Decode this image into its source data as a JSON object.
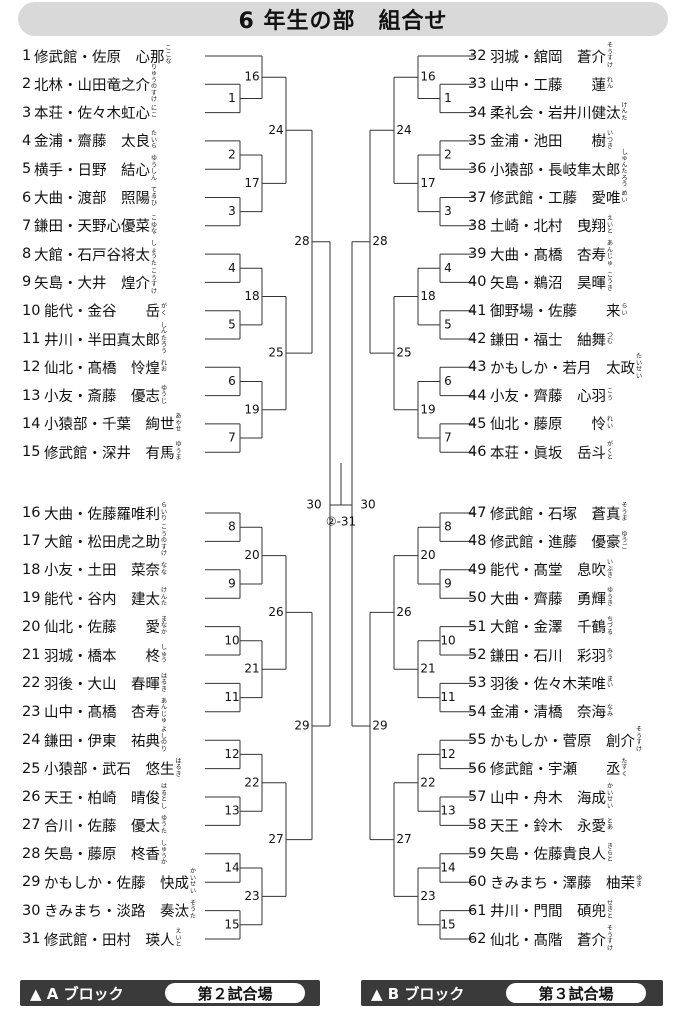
{
  "title": "6 年生の部　組合せ",
  "final": {
    "label": "②-31",
    "left_match": "30",
    "right_match": "30"
  },
  "block_a": {
    "label": "▲ A ブロック",
    "venue": "第２試合場",
    "entries": [
      {
        "seed": "1",
        "team": "修武館",
        "name": "佐原　心那",
        "kana": "ここな"
      },
      {
        "seed": "2",
        "team": "北林",
        "name": "山田竜之介",
        "kana": "りゅうのすけ"
      },
      {
        "seed": "3",
        "team": "本荘",
        "name": "佐々木虹心",
        "kana": "にこ"
      },
      {
        "seed": "4",
        "team": "金浦",
        "name": "齋藤　太良",
        "kana": "たいら"
      },
      {
        "seed": "5",
        "team": "横手",
        "name": "日野　結心",
        "kana": "ゆうしん"
      },
      {
        "seed": "6",
        "team": "大曲",
        "name": "渡部　照陽",
        "kana": "てるひ"
      },
      {
        "seed": "7",
        "team": "鎌田",
        "name": "天野心優菜",
        "kana": "こゆな"
      },
      {
        "seed": "8",
        "team": "大館",
        "name": "石戸谷将太",
        "kana": "しょうた"
      },
      {
        "seed": "9",
        "team": "矢島",
        "name": "大井　煌介",
        "kana": "こうすけ"
      },
      {
        "seed": "10",
        "team": "能代",
        "name": "金谷　　岳",
        "kana": "がく"
      },
      {
        "seed": "11",
        "team": "井川",
        "name": "半田真太郎",
        "kana": "しんたろう"
      },
      {
        "seed": "12",
        "team": "仙北",
        "name": "髙橋　怜煌",
        "kana": "れお"
      },
      {
        "seed": "13",
        "team": "小友",
        "name": "斎藤　優志",
        "kana": "ゆうじ"
      },
      {
        "seed": "14",
        "team": "小猿部",
        "name": "千葉　絢世",
        "kana": "あやせ"
      },
      {
        "seed": "15",
        "team": "修武館",
        "name": "深井　有馬",
        "kana": "ゆうま"
      },
      {
        "seed": "16",
        "team": "大曲",
        "name": "佐藤羅唯利",
        "kana": "らいり"
      },
      {
        "seed": "17",
        "team": "大館",
        "name": "松田虎之助",
        "kana": "こうのすけ"
      },
      {
        "seed": "18",
        "team": "小友",
        "name": "土田　菜奈",
        "kana": "なな"
      },
      {
        "seed": "19",
        "team": "能代",
        "name": "谷内　建太",
        "kana": "けんた"
      },
      {
        "seed": "20",
        "team": "仙北",
        "name": "佐藤　　愛",
        "kana": "まなか"
      },
      {
        "seed": "21",
        "team": "羽城",
        "name": "橋本　　柊",
        "kana": "しゅう"
      },
      {
        "seed": "22",
        "team": "羽後",
        "name": "大山　春暉",
        "kana": "はるき"
      },
      {
        "seed": "23",
        "team": "山中",
        "name": "髙橋　杏寿",
        "kana": "あんじゅ"
      },
      {
        "seed": "24",
        "team": "鎌田",
        "name": "伊東　祐典",
        "kana": "よしのり"
      },
      {
        "seed": "25",
        "team": "小猿部",
        "name": "武石　悠生",
        "kana": "はるき"
      },
      {
        "seed": "26",
        "team": "天王",
        "name": "柏崎　晴俊",
        "kana": "はるとし"
      },
      {
        "seed": "27",
        "team": "合川",
        "name": "佐藤　優太",
        "kana": "ゆうた"
      },
      {
        "seed": "28",
        "team": "矢島",
        "name": "藤原　柊香",
        "kana": "しゅうか"
      },
      {
        "seed": "29",
        "team": "かもしか",
        "name": "佐藤　快成",
        "kana": "かいせい"
      },
      {
        "seed": "30",
        "team": "きみまち",
        "name": "淡路　奏汰",
        "kana": "そうた"
      },
      {
        "seed": "31",
        "team": "修武館",
        "name": "田村　瑛人",
        "kana": "えいと"
      }
    ],
    "matches_r1": [
      "1",
      "2",
      "3",
      "4",
      "5",
      "6",
      "7",
      "8",
      "9",
      "10",
      "11",
      "12",
      "13",
      "14",
      "15"
    ],
    "matches_r2": [
      "16",
      "17",
      "18",
      "19",
      "20",
      "21",
      "22",
      "23"
    ],
    "matches_r3": [
      "24",
      "25",
      "26",
      "27"
    ],
    "matches_r4": [
      "28",
      "29"
    ]
  },
  "block_b": {
    "label": "▲ B ブロック",
    "venue": "第３試合場",
    "entries": [
      {
        "seed": "32",
        "team": "羽城",
        "name": "舘岡　蒼介",
        "kana": "そうすけ"
      },
      {
        "seed": "33",
        "team": "山中",
        "name": "工藤　　蓮",
        "kana": "れん"
      },
      {
        "seed": "34",
        "team": "柔礼会",
        "name": "岩井川健汰",
        "kana": "けんた"
      },
      {
        "seed": "35",
        "team": "金浦",
        "name": "池田　　樹",
        "kana": "いつき"
      },
      {
        "seed": "36",
        "team": "小猿部",
        "name": "長岐隼太郎",
        "kana": "しゅんたろう"
      },
      {
        "seed": "37",
        "team": "修武館",
        "name": "工藤　愛唯",
        "kana": "めい"
      },
      {
        "seed": "38",
        "team": "土崎",
        "name": "北村　曳翔",
        "kana": "えいと"
      },
      {
        "seed": "39",
        "team": "大曲",
        "name": "髙橋　杏寿",
        "kana": "あんじゅ"
      },
      {
        "seed": "40",
        "team": "矢島",
        "name": "鵜沼　昊暉",
        "kana": "こうき"
      },
      {
        "seed": "41",
        "team": "御野場",
        "name": "佐藤　　来",
        "kana": "らい"
      },
      {
        "seed": "42",
        "team": "鎌田",
        "name": "福士　紬舞",
        "kana": "つむ"
      },
      {
        "seed": "43",
        "team": "かもしか",
        "name": "若月　太政",
        "kana": "たいせい"
      },
      {
        "seed": "44",
        "team": "小友",
        "name": "齊藤　心羽",
        "kana": "こう"
      },
      {
        "seed": "45",
        "team": "仙北",
        "name": "藤原　　怜",
        "kana": "れい"
      },
      {
        "seed": "46",
        "team": "本荘",
        "name": "眞坂　岳斗",
        "kana": "がくと"
      },
      {
        "seed": "47",
        "team": "修武館",
        "name": "石塚　蒼真",
        "kana": "そうま"
      },
      {
        "seed": "48",
        "team": "修武館",
        "name": "進藤　優豪",
        "kana": "ゆうご"
      },
      {
        "seed": "49",
        "team": "能代",
        "name": "髙堂　息吹",
        "kana": "いぶき"
      },
      {
        "seed": "50",
        "team": "大曲",
        "name": "齊藤　勇輝",
        "kana": "ゆうき"
      },
      {
        "seed": "51",
        "team": "大館",
        "name": "金澤　千鶴",
        "kana": "ちづる"
      },
      {
        "seed": "52",
        "team": "鎌田",
        "name": "石川　彩羽",
        "kana": "みう"
      },
      {
        "seed": "53",
        "team": "羽後",
        "name": "佐々木茉唯",
        "kana": "まい"
      },
      {
        "seed": "54",
        "team": "金浦",
        "name": "清橋　奈海",
        "kana": "なみ"
      },
      {
        "seed": "55",
        "team": "かもしか",
        "name": "菅原　創介",
        "kana": "そうすけ"
      },
      {
        "seed": "56",
        "team": "修武館",
        "name": "宇瀬　　丞",
        "kana": "たすく"
      },
      {
        "seed": "57",
        "team": "山中",
        "name": "舟木　海成",
        "kana": "かいせい"
      },
      {
        "seed": "58",
        "team": "天王",
        "name": "鈴木　永愛",
        "kana": "とあ"
      },
      {
        "seed": "59",
        "team": "矢島",
        "name": "佐藤貴良人",
        "kana": "きらと"
      },
      {
        "seed": "60",
        "team": "きみまち",
        "name": "澤藤　柚茉",
        "kana": "ゆま"
      },
      {
        "seed": "61",
        "team": "井川",
        "name": "門間　碩兜",
        "kana": "せきと"
      },
      {
        "seed": "62",
        "team": "仙北",
        "name": "髙階　蒼介",
        "kana": "そうすけ"
      }
    ],
    "matches_r1": [
      "1",
      "2",
      "3",
      "4",
      "5",
      "6",
      "7",
      "8",
      "9",
      "10",
      "11",
      "12",
      "13",
      "14",
      "15"
    ],
    "matches_r2": [
      "16",
      "17",
      "18",
      "19",
      "20",
      "21",
      "22",
      "23"
    ],
    "matches_r3": [
      "24",
      "25",
      "26",
      "27"
    ],
    "matches_r4": [
      "28",
      "29"
    ]
  }
}
